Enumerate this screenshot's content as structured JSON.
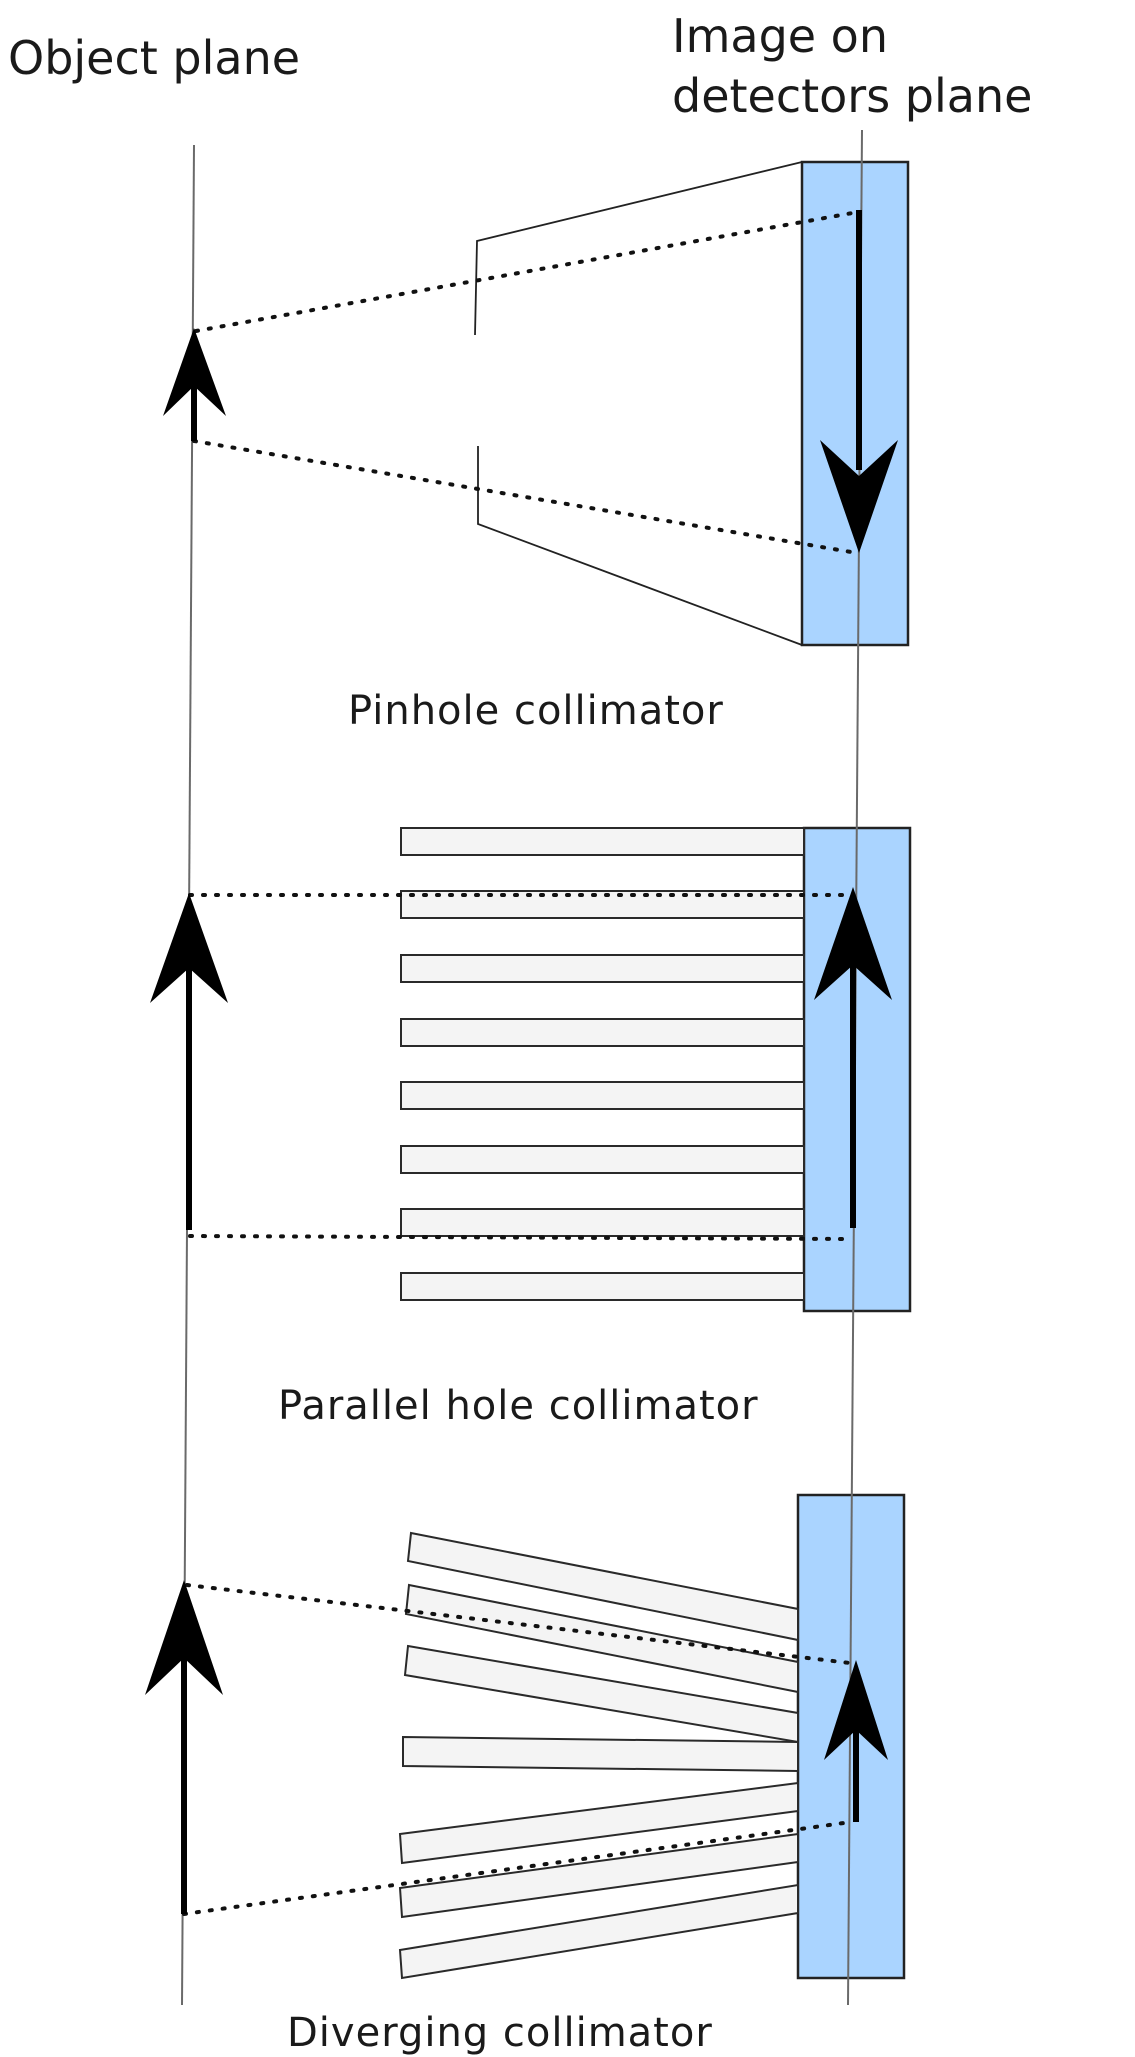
{
  "labels": {
    "object_plane": "Object plane",
    "image_plane_line1": "Image on",
    "image_plane_line2": "detectors plane",
    "pinhole": "Pinhole collimator",
    "parallel": "Parallel hole collimator",
    "diverging": "Diverging collimator"
  },
  "colors": {
    "detector_fill": "#aad4ff",
    "plate_fill": "#f4f4f4"
  }
}
